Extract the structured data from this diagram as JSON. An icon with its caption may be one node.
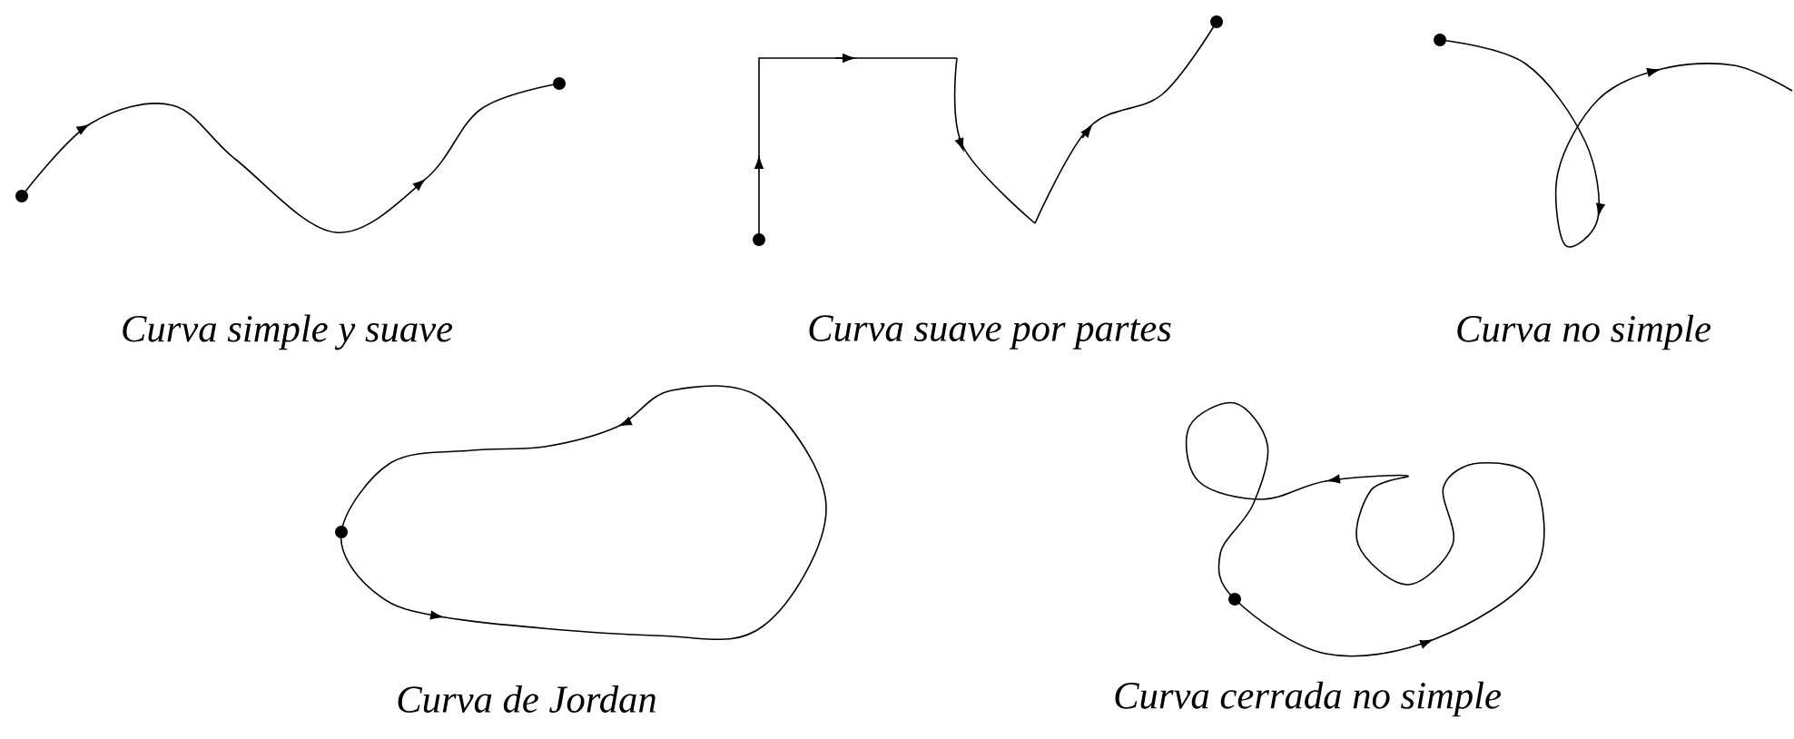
{
  "diagram": {
    "labels": [
      "Curva simple y suave",
      "Curva suave por partes",
      "Curva no simple",
      "Curva de Jordan",
      "Curva cerrada no simple"
    ]
  }
}
